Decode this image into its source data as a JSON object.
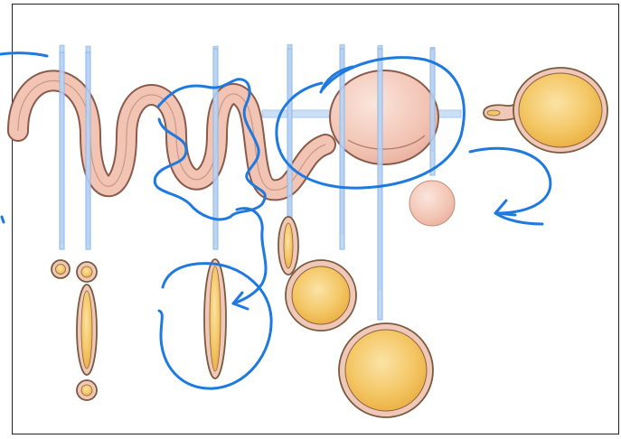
{
  "figure": {
    "description_free": true,
    "colors": {
      "tube_fill": "#f2c4b4",
      "tube_stroke": "#8a5a4a",
      "cross_section_fill": "#f4c766",
      "cross_section_stroke": "#7a5a40",
      "cross_section_ring": "#f0c8b8",
      "plane": "#9fc3ee",
      "annotation_ink": "#1f7ae0",
      "frame": "#222222"
    },
    "icons": [
      "cutting-plane",
      "curved-arrow",
      "circle-annotation"
    ]
  }
}
